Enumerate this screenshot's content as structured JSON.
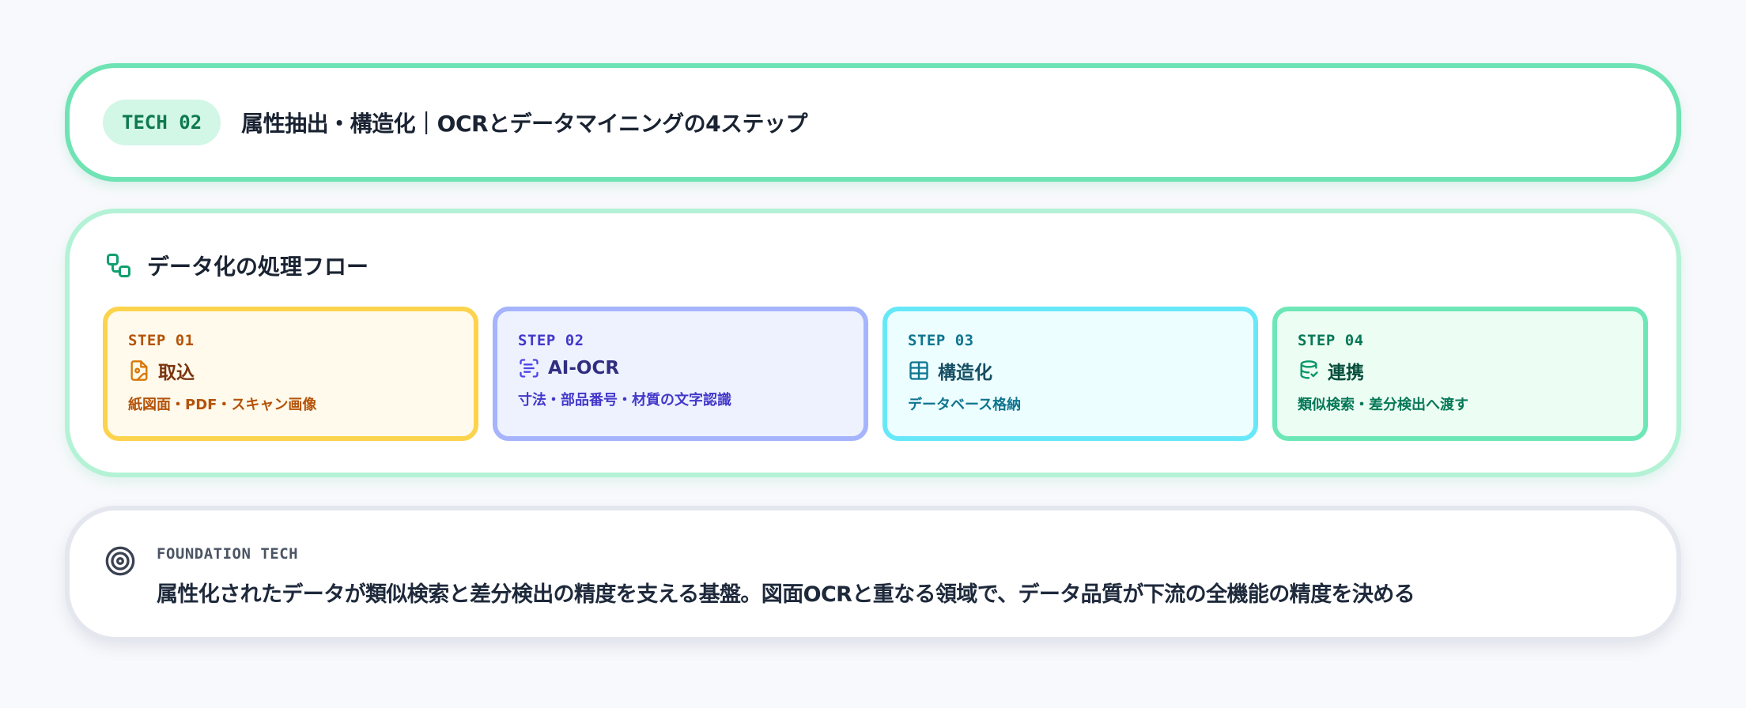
{
  "header": {
    "badge": "TECH 02",
    "title": "属性抽出・構造化｜OCRとデータマイニングの4ステップ"
  },
  "flow": {
    "title": "データ化の処理フロー",
    "icon": "workflow-icon",
    "steps": [
      {
        "label": "STEP 01",
        "name": "取込",
        "desc": "紙図面・PDF・スキャン画像",
        "icon": "file-image-icon",
        "color": "#b45309"
      },
      {
        "label": "STEP 02",
        "name": "AI-OCR",
        "desc": "寸法・部品番号・材質の文字認識",
        "icon": "scan-text-icon",
        "color": "#4338ca"
      },
      {
        "label": "STEP 03",
        "name": "構造化",
        "desc": "データベース格納",
        "icon": "table-icon",
        "color": "#0e7490"
      },
      {
        "label": "STEP 04",
        "name": "連携",
        "desc": "類似検索・差分検出へ渡す",
        "icon": "database-icon",
        "color": "#047857"
      }
    ]
  },
  "foundation": {
    "label": "FOUNDATION TECH",
    "text": "属性化されたデータが類似検索と差分検出の精度を支える基盤。図面OCRと重なる領域で、データ品質が下流の全機能の精度を決める",
    "icon": "target-icon"
  }
}
